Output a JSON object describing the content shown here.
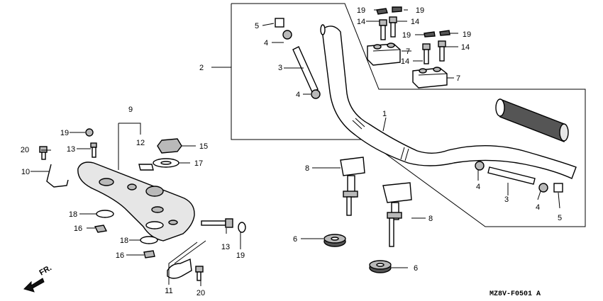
{
  "diagram": {
    "type": "exploded parts diagram",
    "callouts": {
      "c1": "1",
      "c2": "2",
      "c3a": "3",
      "c3b": "3",
      "c4a": "4",
      "c4b": "4",
      "c4c": "4",
      "c4d": "4",
      "c5a": "5",
      "c5b": "5",
      "c6a": "6",
      "c6b": "6",
      "c7a": "7",
      "c7b": "7",
      "c8a": "8",
      "c8b": "8",
      "c9": "9",
      "c10": "10",
      "c11": "11",
      "c12": "12",
      "c13a": "13",
      "c13b": "13",
      "c14a": "14",
      "c14b": "14",
      "c14c": "14",
      "c14d": "14",
      "c15": "15",
      "c16a": "16",
      "c16b": "16",
      "c17": "17",
      "c18a": "18",
      "c18b": "18",
      "c19a": "19",
      "c19b": "19",
      "c19c": "19",
      "c19d": "19",
      "c19e": "19",
      "c19f": "19",
      "c20a": "20",
      "c20b": "20"
    },
    "front_arrow_label": "FR.",
    "figure_code": "MZ8V-F0501 A"
  }
}
